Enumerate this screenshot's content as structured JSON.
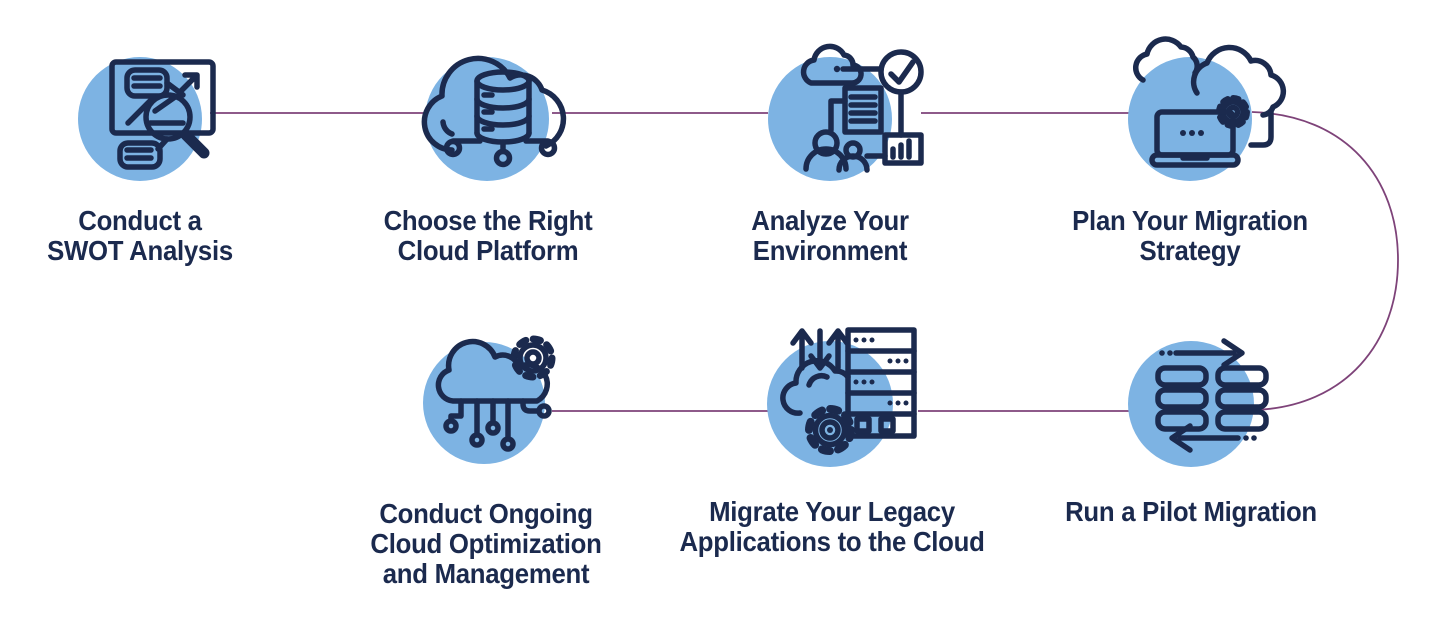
{
  "diagram_title": "",
  "colors": {
    "circle_blue": "#7db3e3",
    "icon_navy": "#1b2a4e",
    "label_navy": "#1b2a4e",
    "connector_purple": "#7e4379",
    "background": "#ffffff"
  },
  "steps": [
    {
      "id": 1,
      "icon": "swot-analysis-magnifier-icon",
      "lines": [
        "Conduct a",
        "SWOT Analysis"
      ]
    },
    {
      "id": 2,
      "icon": "cloud-database-icon",
      "lines": [
        "Choose the Right",
        "Cloud Platform"
      ]
    },
    {
      "id": 3,
      "icon": "environment-analysis-icon",
      "lines": [
        "Analyze Your",
        "Environment"
      ]
    },
    {
      "id": 4,
      "icon": "cloud-laptop-gear-icon",
      "lines": [
        "Plan Your Migration",
        "Strategy"
      ]
    },
    {
      "id": 5,
      "icon": "database-sync-arrows-icon",
      "lines": [
        "Run a Pilot Migration"
      ]
    },
    {
      "id": 6,
      "icon": "server-cloud-gear-icon",
      "lines": [
        "Migrate Your Legacy",
        "Applications to the Cloud"
      ]
    },
    {
      "id": 7,
      "icon": "cloud-gear-network-icon",
      "lines": [
        "Conduct Ongoing",
        "Cloud Optimization",
        "and Management"
      ]
    }
  ]
}
